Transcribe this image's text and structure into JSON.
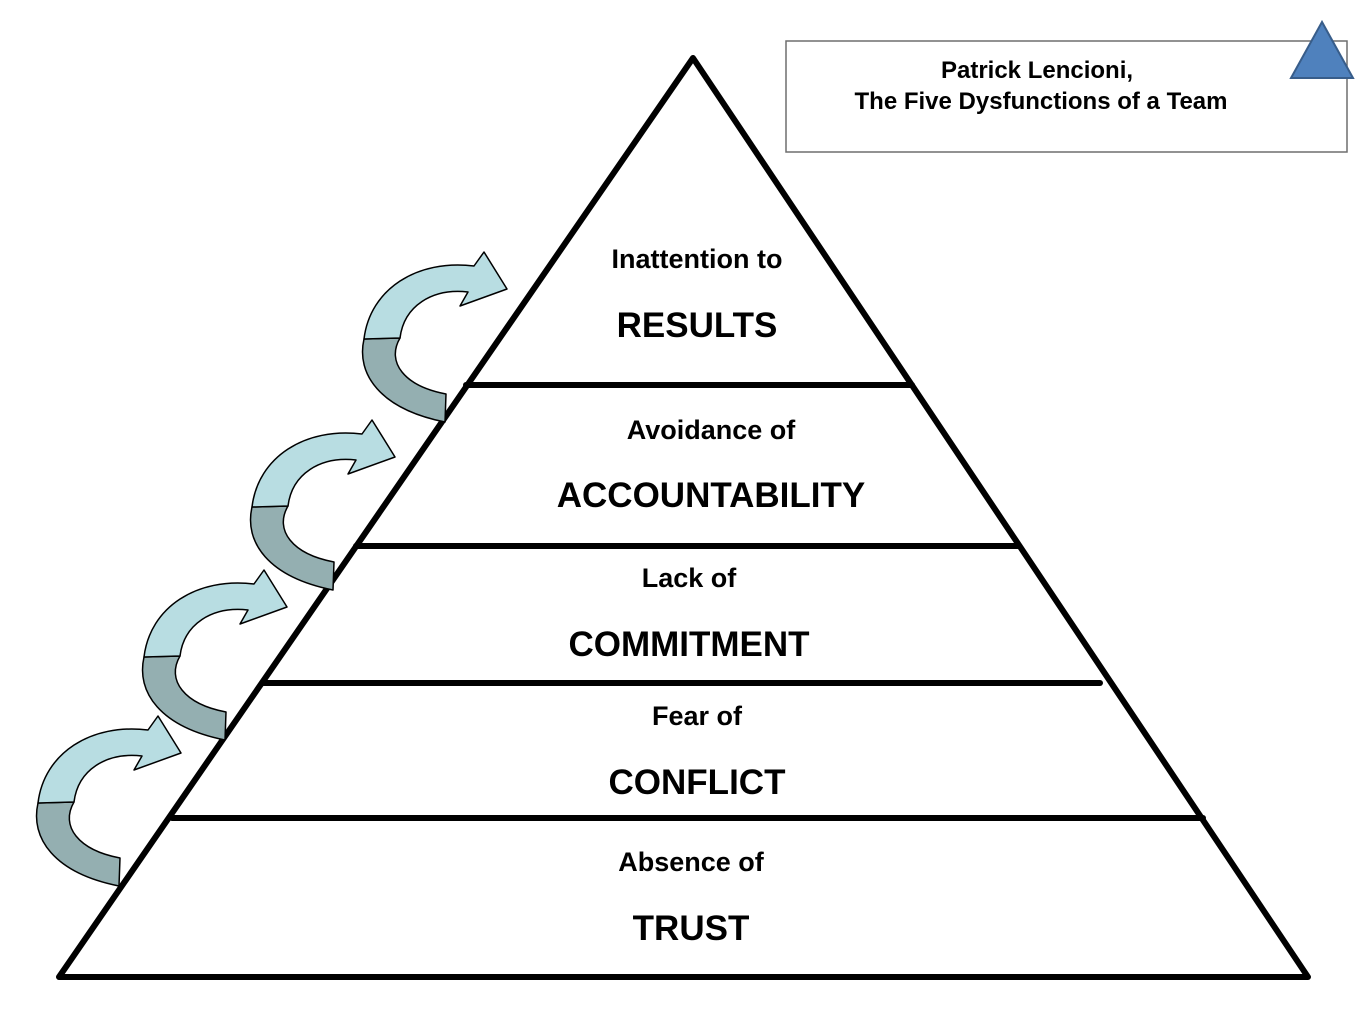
{
  "citation": {
    "author": "Patrick Lencioni,",
    "title": "The Five Dysfunctions of a Team"
  },
  "levels": [
    {
      "prefix": "Inattention to",
      "main": "RESULTS"
    },
    {
      "prefix": "Avoidance of",
      "main": "ACCOUNTABILITY"
    },
    {
      "prefix": "Lack of",
      "main": "COMMITMENT"
    },
    {
      "prefix": "Fear of",
      "main": "CONFLICT"
    },
    {
      "prefix": "Absence of",
      "main": "TRUST"
    }
  ],
  "colors": {
    "arrow_light": "#b8dde2",
    "arrow_dark": "#94afb1",
    "logo_triangle": "#4f81bd",
    "outline": "#000000"
  },
  "icons": {
    "logo": "blue-triangle-icon",
    "progression": "curved-arrow-icon"
  }
}
